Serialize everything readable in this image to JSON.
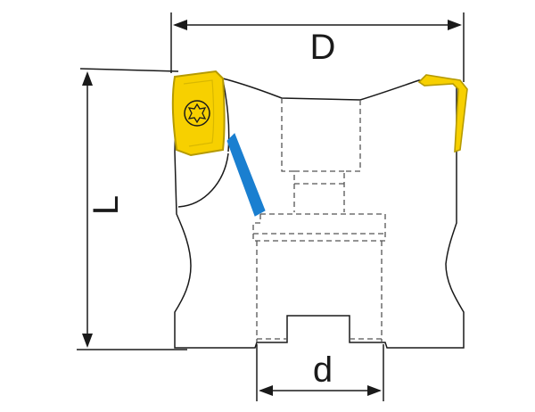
{
  "dimensions": {
    "D": "D",
    "L": "L",
    "d": "d"
  },
  "colors": {
    "outline": "#1a1a1a",
    "insert_fill": "#f7d000",
    "insert_stroke": "#b59a00",
    "coolant_channel": "#1a7fd0",
    "hidden_line": "#555555"
  }
}
